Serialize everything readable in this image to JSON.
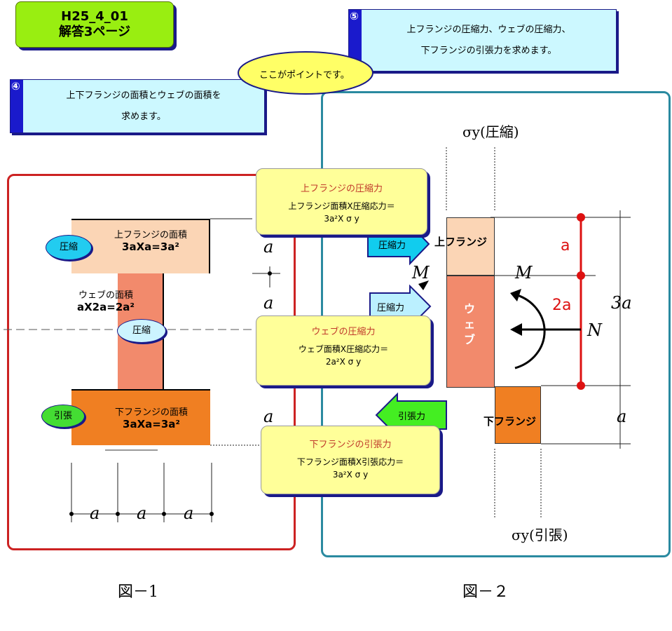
{
  "title": {
    "line1": "H25_4_01",
    "line2": "解答3ページ"
  },
  "note4": {
    "num": "④",
    "line1": "上下フランジの面積とウェブの面積を",
    "line2": "求めます。"
  },
  "note5": {
    "num": "⑤",
    "line1": "上フランジの圧縮力、ウェブの圧縮力、",
    "line2": "下フランジの引張力を求めます。"
  },
  "cloud": "ここがポイントです。",
  "fig1": {
    "upper_flange": {
      "label": "上フランジの面積",
      "formula": "3aXa=3a²"
    },
    "web": {
      "label": "ウェブの面積",
      "formula": "aX2a=2a²"
    },
    "lower_flange": {
      "label": "下フランジの面積",
      "formula": "3aXa=3a²"
    },
    "tags": [
      "圧縮",
      "圧縮",
      "引張"
    ],
    "dims_bottom": [
      "a",
      "a",
      "a"
    ],
    "dims_right": [
      "a",
      "a",
      "a"
    ],
    "caption": "図－1"
  },
  "forces": [
    {
      "title": "上フランジの圧縮力",
      "line1": "上フランジ面積X圧縮応力＝",
      "line2": "3a²X σ y"
    },
    {
      "title": "ウェブの圧縮力",
      "line1": "ウェブ面積X圧縮応力＝",
      "line2": "2a²X σ y"
    },
    {
      "title": "下フランジの引張力",
      "line1": "下フランジ面積X引張応力＝",
      "line2": "3a²X σ y"
    }
  ],
  "arrows": [
    "圧縮力",
    "圧縮力",
    "引張力"
  ],
  "fig2": {
    "sigma_top": "σy(圧縮)",
    "sigma_bottom": "σy(引張)",
    "upper_flange": "上フランジ",
    "web": "ウェブ",
    "lower_flange": "下フランジ",
    "M_left": "M",
    "M_right": "M",
    "N": "N",
    "dim_a_red": "a",
    "dim_2a_red": "2a",
    "dim_3a": "3a",
    "dim_a": "a",
    "caption": "図－２"
  },
  "colors": {
    "title_bg": "#99ee11",
    "note_bg": "#ccf8ff",
    "upper_flange": "#fbd5b5",
    "web": "#f28a6c",
    "lower_flange": "#f07f22",
    "frame1": "#cc2222",
    "frame2": "#2a8aa0"
  }
}
